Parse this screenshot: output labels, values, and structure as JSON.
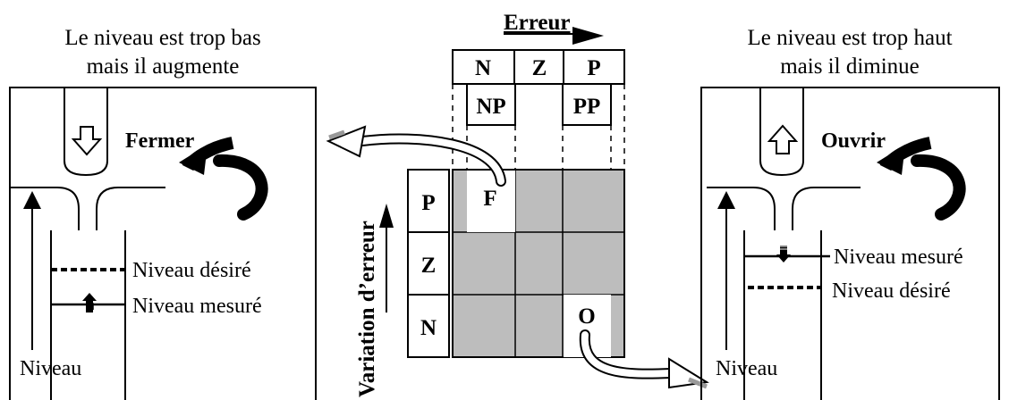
{
  "left_panel": {
    "caption_line1": "Le niveau est trop bas",
    "caption_line2": "mais il augmente",
    "action": "Fermer",
    "action_icon": "arrow-down-icon",
    "label_desired": "Niveau désiré",
    "label_measured": "Niveau mesuré",
    "label_axis": "Niveau"
  },
  "right_panel": {
    "caption_line1": "Le niveau est trop haut",
    "caption_line2": "mais il diminue",
    "action": "Ouvrir",
    "action_icon": "arrow-up-icon",
    "label_measured": "Niveau mesuré",
    "label_desired": "Niveau désiré",
    "label_axis": "Niveau"
  },
  "matrix": {
    "x_title": "Erreur",
    "y_title": "Variation d’erreur",
    "columns": [
      "N",
      "Z",
      "P"
    ],
    "sub_columns": [
      "NP",
      "PP"
    ],
    "rows": [
      "P",
      "Z",
      "N"
    ],
    "cell_fermer": "F",
    "cell_ouvrir": "O",
    "fill_color": "#bdbdbd"
  }
}
